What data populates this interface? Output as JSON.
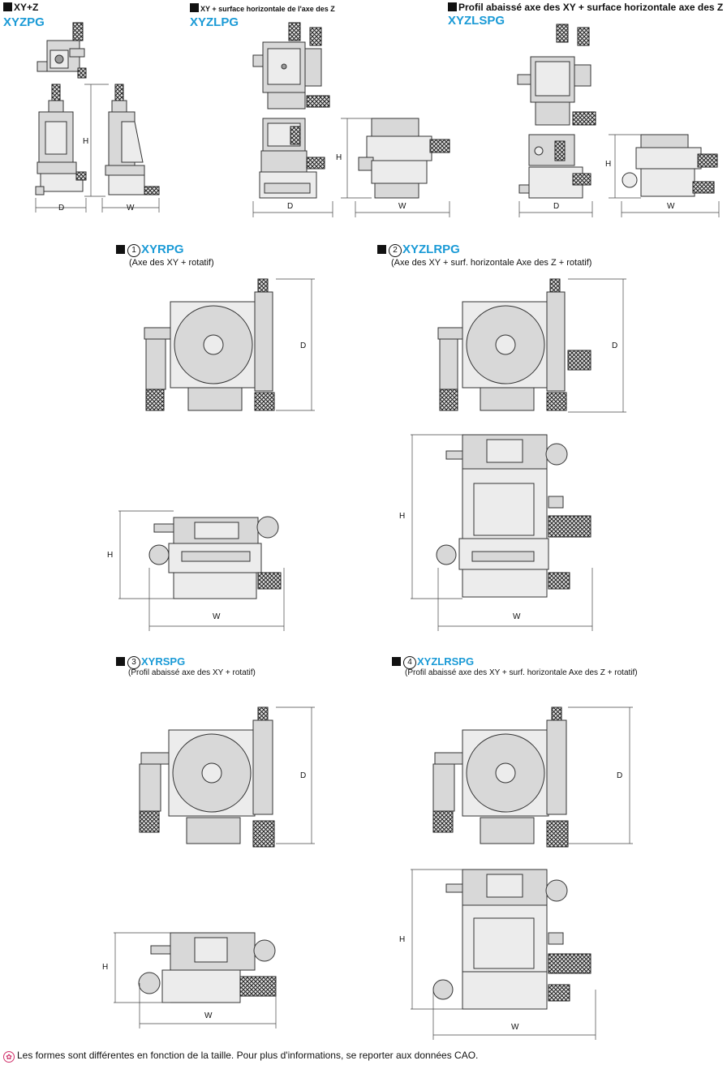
{
  "sections": {
    "xyz": {
      "header": "XY+Z",
      "code": "XYZPG"
    },
    "xyzl": {
      "header": "XY + surface horizontale de l'axe des Z",
      "code": "XYZLPG"
    },
    "xyzls": {
      "header": "Profil abaissé axe des XY + surface horizontale axe des Z",
      "code": "XYZLSPG"
    },
    "xyr": {
      "num": "1",
      "code": "XYRPG",
      "subtitle": "(Axe des XY + rotatif)"
    },
    "xyzlr": {
      "num": "2",
      "code": "XYZLRPG",
      "subtitle": "(Axe des XY + surf. horizontale Axe des Z + rotatif)"
    },
    "xyrs": {
      "num": "3",
      "code": "XYRSPG",
      "subtitle": "(Profil abaissé axe des XY + rotatif)"
    },
    "xyzlrs": {
      "num": "4",
      "code": "XYZLRSPG",
      "subtitle": "(Profil abaissé axe des XY + surf. horizontale Axe des Z + rotatif)"
    }
  },
  "dims": {
    "d": "D",
    "h": "H",
    "w": "W"
  },
  "note": "Les formes sont différentes en fonction de la taille. Pour plus d'informations, se reporter aux données CAO.",
  "icons": [
    "black-square-icon",
    "note-icon"
  ],
  "colors": {
    "code_blue": "#1a9ad6",
    "note_pink": "#d0306a"
  }
}
